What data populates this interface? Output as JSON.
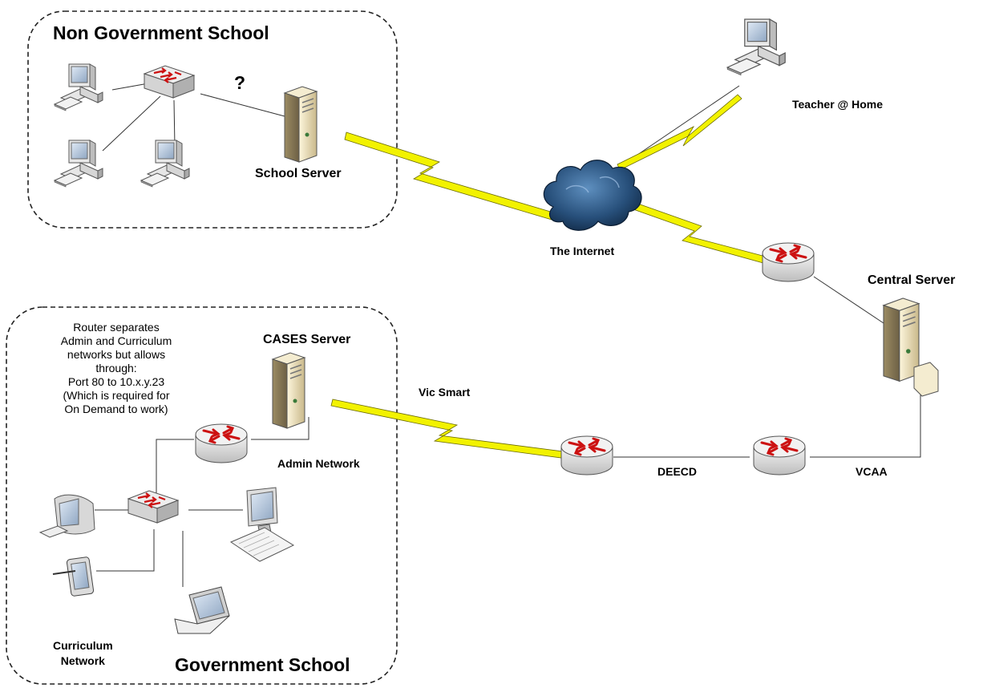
{
  "zones": {
    "non_gov": {
      "title": "Non Government School"
    },
    "gov": {
      "title": "Government School"
    }
  },
  "labels": {
    "question": "?",
    "school_server": "School Server",
    "teacher_home": "Teacher @ Home",
    "internet": "The Internet",
    "central_server": "Central Server",
    "cases_server": "CASES Server",
    "vic_smart": "Vic Smart",
    "admin_network": "Admin Network",
    "deecd": "DEECD",
    "vcaa": "VCAA",
    "curriculum_network": [
      "Curriculum",
      "Network"
    ]
  },
  "router_note": [
    "Router separates",
    "Admin and Curriculum",
    "networks but allows",
    "through:",
    "Port 80 to 10.x.y.23",
    "(Which is required for",
    "On Demand to work)"
  ],
  "colors": {
    "wan_link": "#f2f200",
    "router_arrows": "#cc1111",
    "cloud": "#2a5a86"
  }
}
